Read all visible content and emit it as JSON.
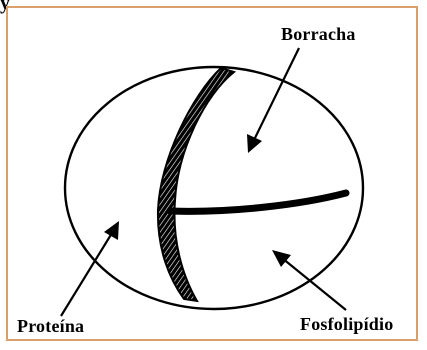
{
  "top_fragment": "y",
  "labels": {
    "borracha": "Borracha",
    "proteina": "Proteína",
    "fosfolipidio": "Fosfolipídio"
  },
  "colors": {
    "frame_border": "#d9a06b",
    "ink": "#000000",
    "background": "#ffffff"
  }
}
